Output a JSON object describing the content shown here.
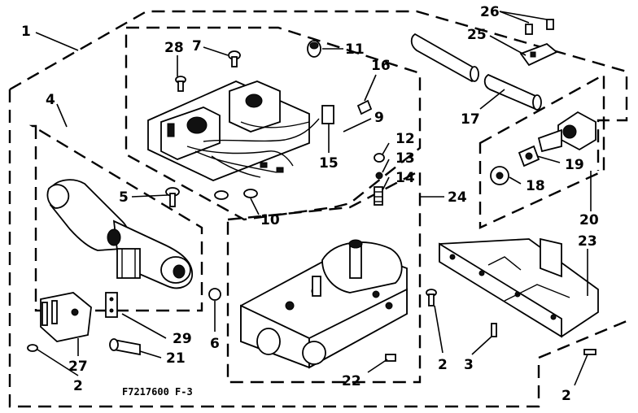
{
  "diagram": {
    "reference_code": "F7217600 F-3",
    "callouts": [
      {
        "id": "c1",
        "label": "1"
      },
      {
        "id": "c4",
        "label": "4"
      },
      {
        "id": "c28",
        "label": "28"
      },
      {
        "id": "c7",
        "label": "7"
      },
      {
        "id": "c11",
        "label": "11"
      },
      {
        "id": "c26",
        "label": "26"
      },
      {
        "id": "c25",
        "label": "25"
      },
      {
        "id": "c16",
        "label": "16"
      },
      {
        "id": "c9",
        "label": "9"
      },
      {
        "id": "c15",
        "label": "15"
      },
      {
        "id": "c12",
        "label": "12"
      },
      {
        "id": "c13",
        "label": "13"
      },
      {
        "id": "c14",
        "label": "14"
      },
      {
        "id": "c24",
        "label": "24"
      },
      {
        "id": "c17",
        "label": "17"
      },
      {
        "id": "c19",
        "label": "19"
      },
      {
        "id": "c18",
        "label": "18"
      },
      {
        "id": "c20",
        "label": "20"
      },
      {
        "id": "c23",
        "label": "23"
      },
      {
        "id": "c5",
        "label": "5"
      },
      {
        "id": "c10",
        "label": "10"
      },
      {
        "id": "c6",
        "label": "6"
      },
      {
        "id": "c29",
        "label": "29"
      },
      {
        "id": "c21",
        "label": "21"
      },
      {
        "id": "c27",
        "label": "27"
      },
      {
        "id": "c2a",
        "label": "2"
      },
      {
        "id": "c2b",
        "label": "2"
      },
      {
        "id": "c3",
        "label": "3"
      },
      {
        "id": "c22",
        "label": "22"
      },
      {
        "id": "c2c",
        "label": "2"
      }
    ]
  }
}
